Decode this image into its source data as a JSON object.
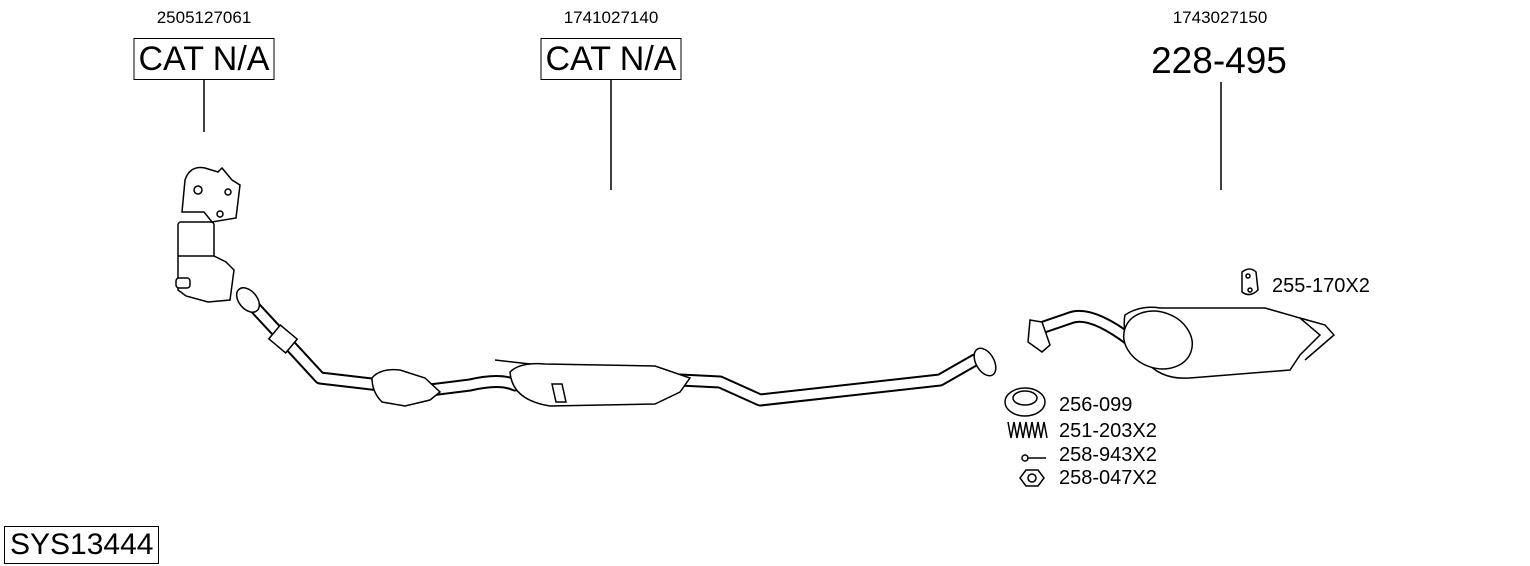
{
  "diagram": {
    "system_id": "SYS13444",
    "callouts": [
      {
        "oe_number": "2505127061",
        "label": "CAT N/A"
      },
      {
        "oe_number": "1741027140",
        "label": "CAT N/A"
      },
      {
        "oe_number": "1743027150",
        "label": "228-495"
      }
    ],
    "parts": [
      {
        "icon": "rubber-hanger-icon",
        "label": "255-170X2"
      },
      {
        "icon": "gasket-ring-icon",
        "label": "256-099"
      },
      {
        "icon": "spring-icon",
        "label": "251-203X2"
      },
      {
        "icon": "bolt-icon",
        "label": "258-943X2"
      },
      {
        "icon": "nut-icon",
        "label": "258-047X2"
      }
    ]
  }
}
